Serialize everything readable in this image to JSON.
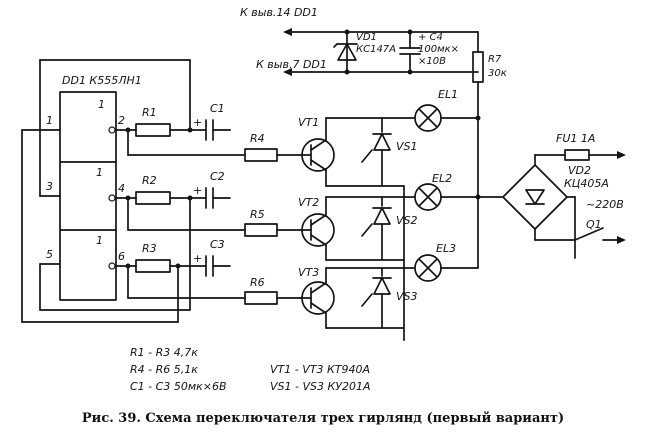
{
  "labels": {
    "chip_ref": "DD1 К555ЛН1",
    "to_pin14": "К выв.14 DD1",
    "to_pin7": "К выв.7 DD1",
    "vd1": "VD1",
    "vd1_part": "КС147А",
    "c4": "+ C4",
    "c4_val": "100мк×",
    "c4_volt": "×10В",
    "r7": "R7",
    "r7_val": "30к",
    "r1": "R1",
    "r2": "R2",
    "r3": "R3",
    "r4": "R4",
    "r5": "R5",
    "r6": "R6",
    "c1": "C1",
    "c2": "C2",
    "c3": "C3",
    "plus": "+",
    "vt1": "VT1",
    "vt2": "VT2",
    "vt3": "VT3",
    "vs1": "VS1",
    "vs2": "VS2",
    "vs3": "VS3",
    "el1": "EL1",
    "el2": "EL2",
    "el3": "EL3",
    "fu1": "FU1 1А",
    "vd2": "VD2",
    "vd2_part": "КЦ405А",
    "mains": "~220В",
    "q1": "Q1",
    "pins": {
      "p1": "1",
      "p2": "2",
      "p3": "3",
      "p4": "4",
      "p5": "5",
      "p6": "6"
    },
    "gate_num": "1"
  },
  "legend": {
    "line1_left": "R1 - R3  4,7к",
    "line2_left": "R4 - R6  5,1к",
    "line3_left": "C1 - C3  50мк×6В",
    "line1_right": "VT1 - VT3   КТ940А",
    "line2_right": "VS1 - VS3   КУ201А"
  },
  "caption": "Рис. 39. Схема переключателя трех гирлянд (первый вариант)"
}
